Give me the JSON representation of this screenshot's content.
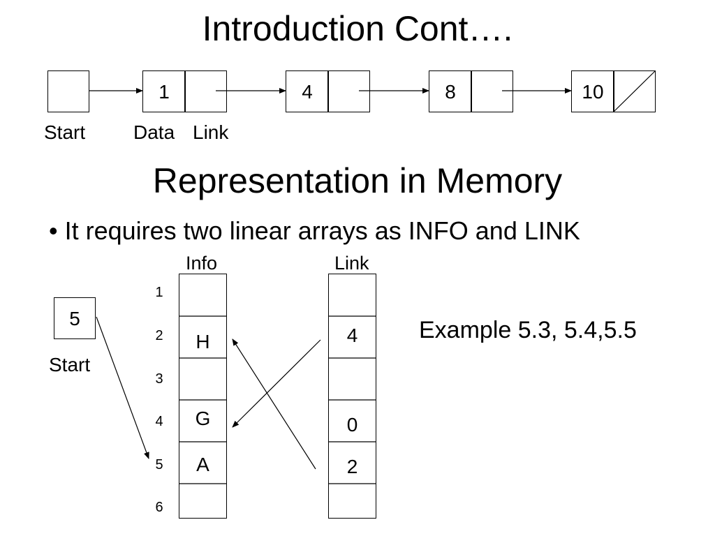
{
  "title": "Introduction Cont….",
  "subtitle": "Representation in Memory",
  "bullet": "• It requires two linear arrays as INFO and LINK",
  "linked_list": {
    "start_label": "Start",
    "data_label": "Data",
    "link_label": "Link",
    "nodes": [
      "1",
      "4",
      "8",
      "10"
    ]
  },
  "memory": {
    "info_header": "Info",
    "link_header": "Link",
    "start_value": "5",
    "start_label": "Start",
    "indices": [
      "1",
      "2",
      "3",
      "4",
      "5",
      "6"
    ],
    "info": [
      "",
      "H",
      "",
      "G",
      "A",
      ""
    ],
    "link": [
      "",
      "4",
      "",
      "0",
      "2",
      ""
    ]
  },
  "example": "Example 5.3, 5.4,5.5"
}
